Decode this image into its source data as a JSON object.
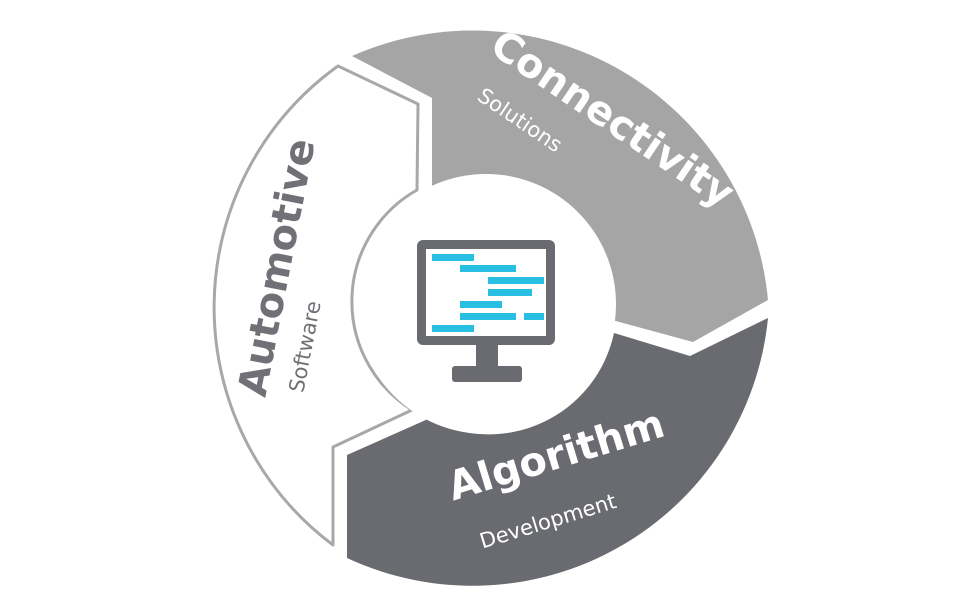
{
  "segments": [
    {
      "id": "connectivity",
      "title": "Connectivity",
      "subtitle": "Solutions",
      "fill": "#a5a5a6",
      "text_color": "#ffffff"
    },
    {
      "id": "algorithm",
      "title": "Algorithm",
      "subtitle": "Development",
      "fill": "#6a6b70",
      "text_color": "#ffffff"
    },
    {
      "id": "automotive",
      "title": "Automotive",
      "subtitle": "Software",
      "fill": "#ffffff",
      "stroke": "#a8a8aa",
      "text_color": "#707176"
    }
  ],
  "center": {
    "icon": "monitor-code-icon",
    "monitor_color": "#6a6b70",
    "code_color": "#29bfe2"
  }
}
